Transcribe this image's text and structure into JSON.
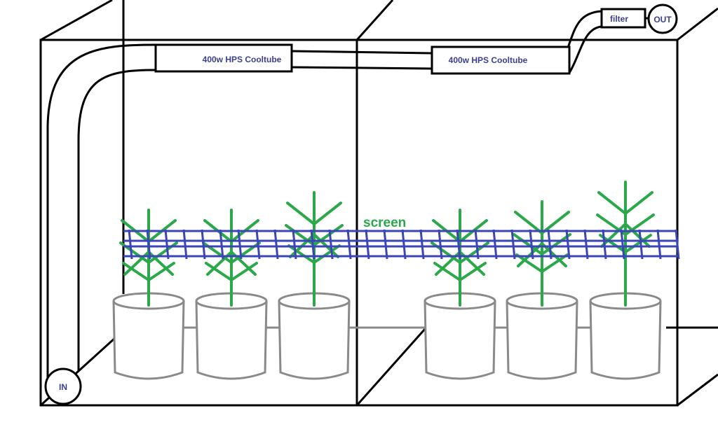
{
  "labels": {
    "cooltube_1": "400w HPS Cooltube",
    "cooltube_2": "400w HPS Cooltube",
    "filter": "filter",
    "out": "OUT",
    "in": "IN",
    "screen": "screen"
  },
  "colors": {
    "frame": "#000000",
    "label_text": "#3a3f8f",
    "screen": "#3b45b5",
    "plant": "#2aa84a",
    "pot": "#8a8a8a"
  },
  "icons": {
    "in_port": "circle-port-icon",
    "out_port": "circle-port-icon",
    "plant": "plant-icon",
    "pot": "pot-icon"
  }
}
